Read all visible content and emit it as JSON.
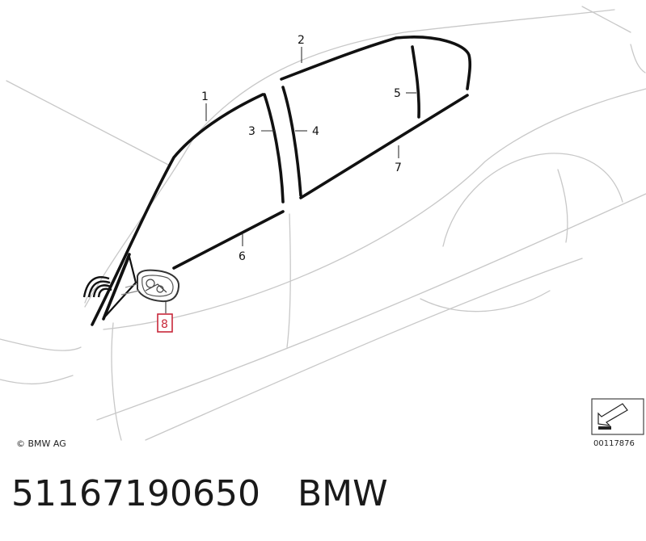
{
  "diagram": {
    "callouts": [
      {
        "id": "1",
        "label": "1",
        "highlight": false
      },
      {
        "id": "2",
        "label": "2",
        "highlight": false
      },
      {
        "id": "3",
        "label": "3",
        "highlight": false
      },
      {
        "id": "4",
        "label": "4",
        "highlight": false
      },
      {
        "id": "5",
        "label": "5",
        "highlight": false
      },
      {
        "id": "6",
        "label": "6",
        "highlight": false
      },
      {
        "id": "7",
        "label": "7",
        "highlight": false
      },
      {
        "id": "8",
        "label": "8",
        "highlight": true
      }
    ],
    "copyright": "© BMW AG",
    "reference_number": "00117876",
    "highlight_color": "#c8283a"
  },
  "footer": {
    "part_number": "51167190650",
    "brand": "BMW"
  }
}
